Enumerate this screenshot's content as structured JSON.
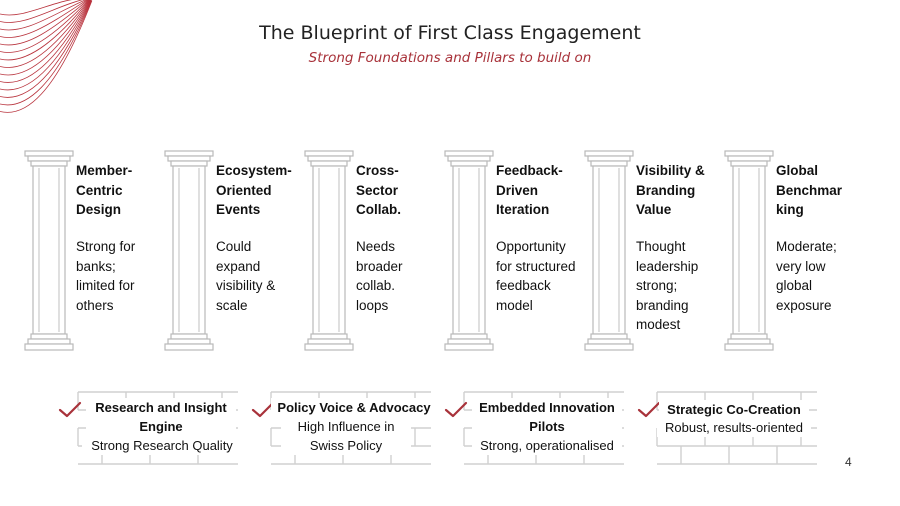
{
  "header": {
    "title": "The Blueprint of First Class Engagement",
    "subtitle": "Strong Foundations and Pillars to build on"
  },
  "pillars": [
    {
      "title": "Member-\nCentric\nDesign",
      "desc": "Strong for\nbanks;\nlimited for\nothers"
    },
    {
      "title": "Ecosystem-\nOriented\nEvents",
      "desc": "Could\nexpand\nvisibility &\nscale"
    },
    {
      "title": "Cross-\nSector\nCollab.",
      "desc": "Needs\nbroader\ncollab.\nloops"
    },
    {
      "title": "Feedback-\nDriven\nIteration",
      "desc": "Opportunity\nfor structured\nfeedback\nmodel"
    },
    {
      "title": "Visibility &\nBranding\nValue",
      "desc": "Thought\nleadership\nstrong;\nbranding\nmodest"
    },
    {
      "title": "Global\nBenchmar\nking",
      "desc": "Moderate;\nvery low\nglobal\nexposure"
    }
  ],
  "foundations": [
    {
      "title": "Research and Insight\nEngine",
      "desc": "Strong Research Quality"
    },
    {
      "title": "Policy Voice & Advocacy",
      "desc": "High Influence in\nSwiss Policy"
    },
    {
      "title": "Embedded Innovation\nPilots",
      "desc": "Strong, operationalised"
    },
    {
      "title": "Strategic Co-Creation",
      "desc": "Robust, results-oriented"
    }
  ],
  "page_number": "4",
  "colors": {
    "accent": "#a8323a",
    "pillar_stroke": "#b9b9b9",
    "brick_stroke": "#d0d0d0"
  },
  "icons": {
    "check": "check-icon",
    "pillar": "pillar-icon",
    "wall": "brick-wall-icon"
  }
}
